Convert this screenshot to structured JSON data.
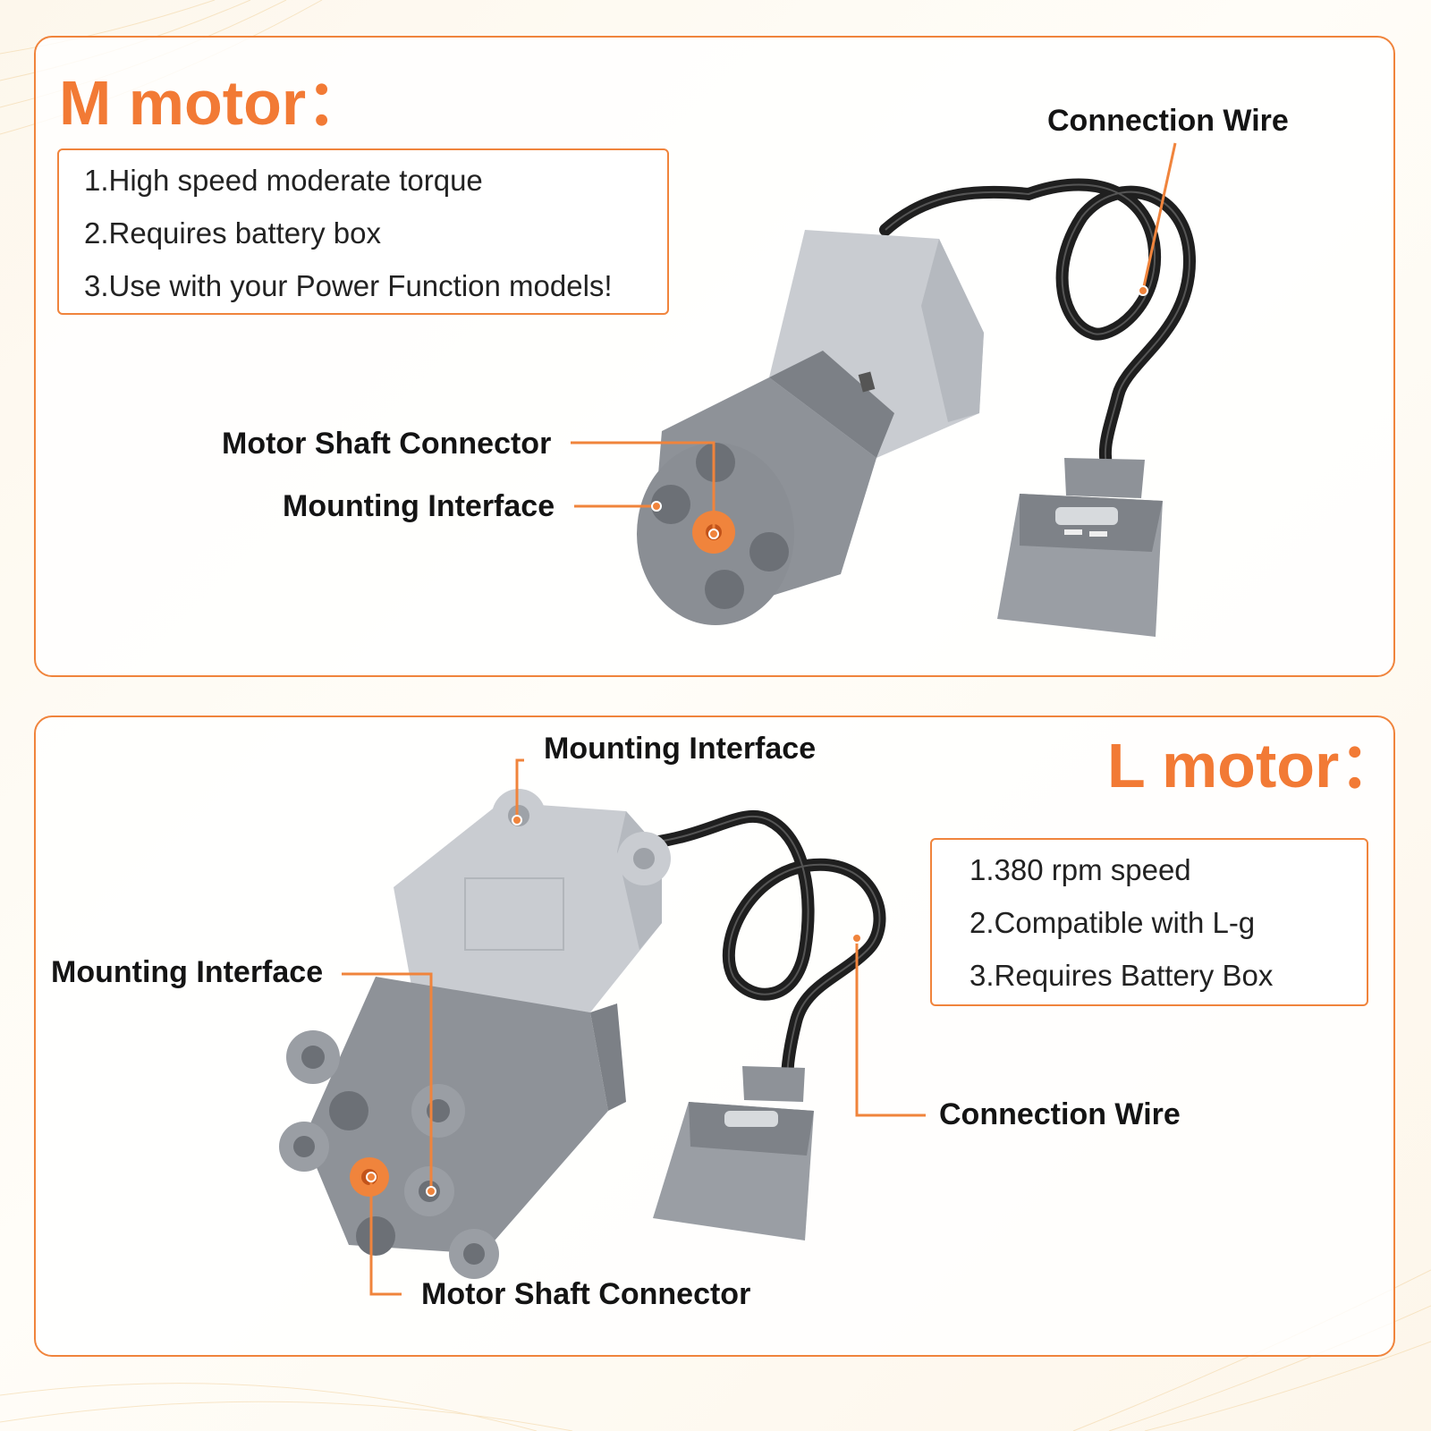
{
  "colors": {
    "accent": "#f27a35",
    "border": "#f0843c",
    "text": "#141414",
    "motor_light": "#c9ccd1",
    "motor_dark": "#8e9298",
    "wire": "#1f1f1f"
  },
  "m_motor": {
    "title": "M motor：",
    "specs": [
      "1.High speed moderate torque",
      "2.Requires battery box",
      "3.Use with your Power Function models!"
    ],
    "callouts": {
      "connection_wire": "Connection Wire",
      "shaft_connector": "Motor Shaft Connector",
      "mounting_interface": "Mounting Interface"
    }
  },
  "l_motor": {
    "title": "L motor：",
    "specs": [
      "1.380 rpm speed",
      "2.Compatible with L-g",
      "3.Requires Battery Box"
    ],
    "callouts": {
      "mounting_interface_top": "Mounting Interface",
      "mounting_interface_left": "Mounting Interface",
      "connection_wire": "Connection Wire",
      "shaft_connector": "Motor Shaft Connector"
    }
  }
}
